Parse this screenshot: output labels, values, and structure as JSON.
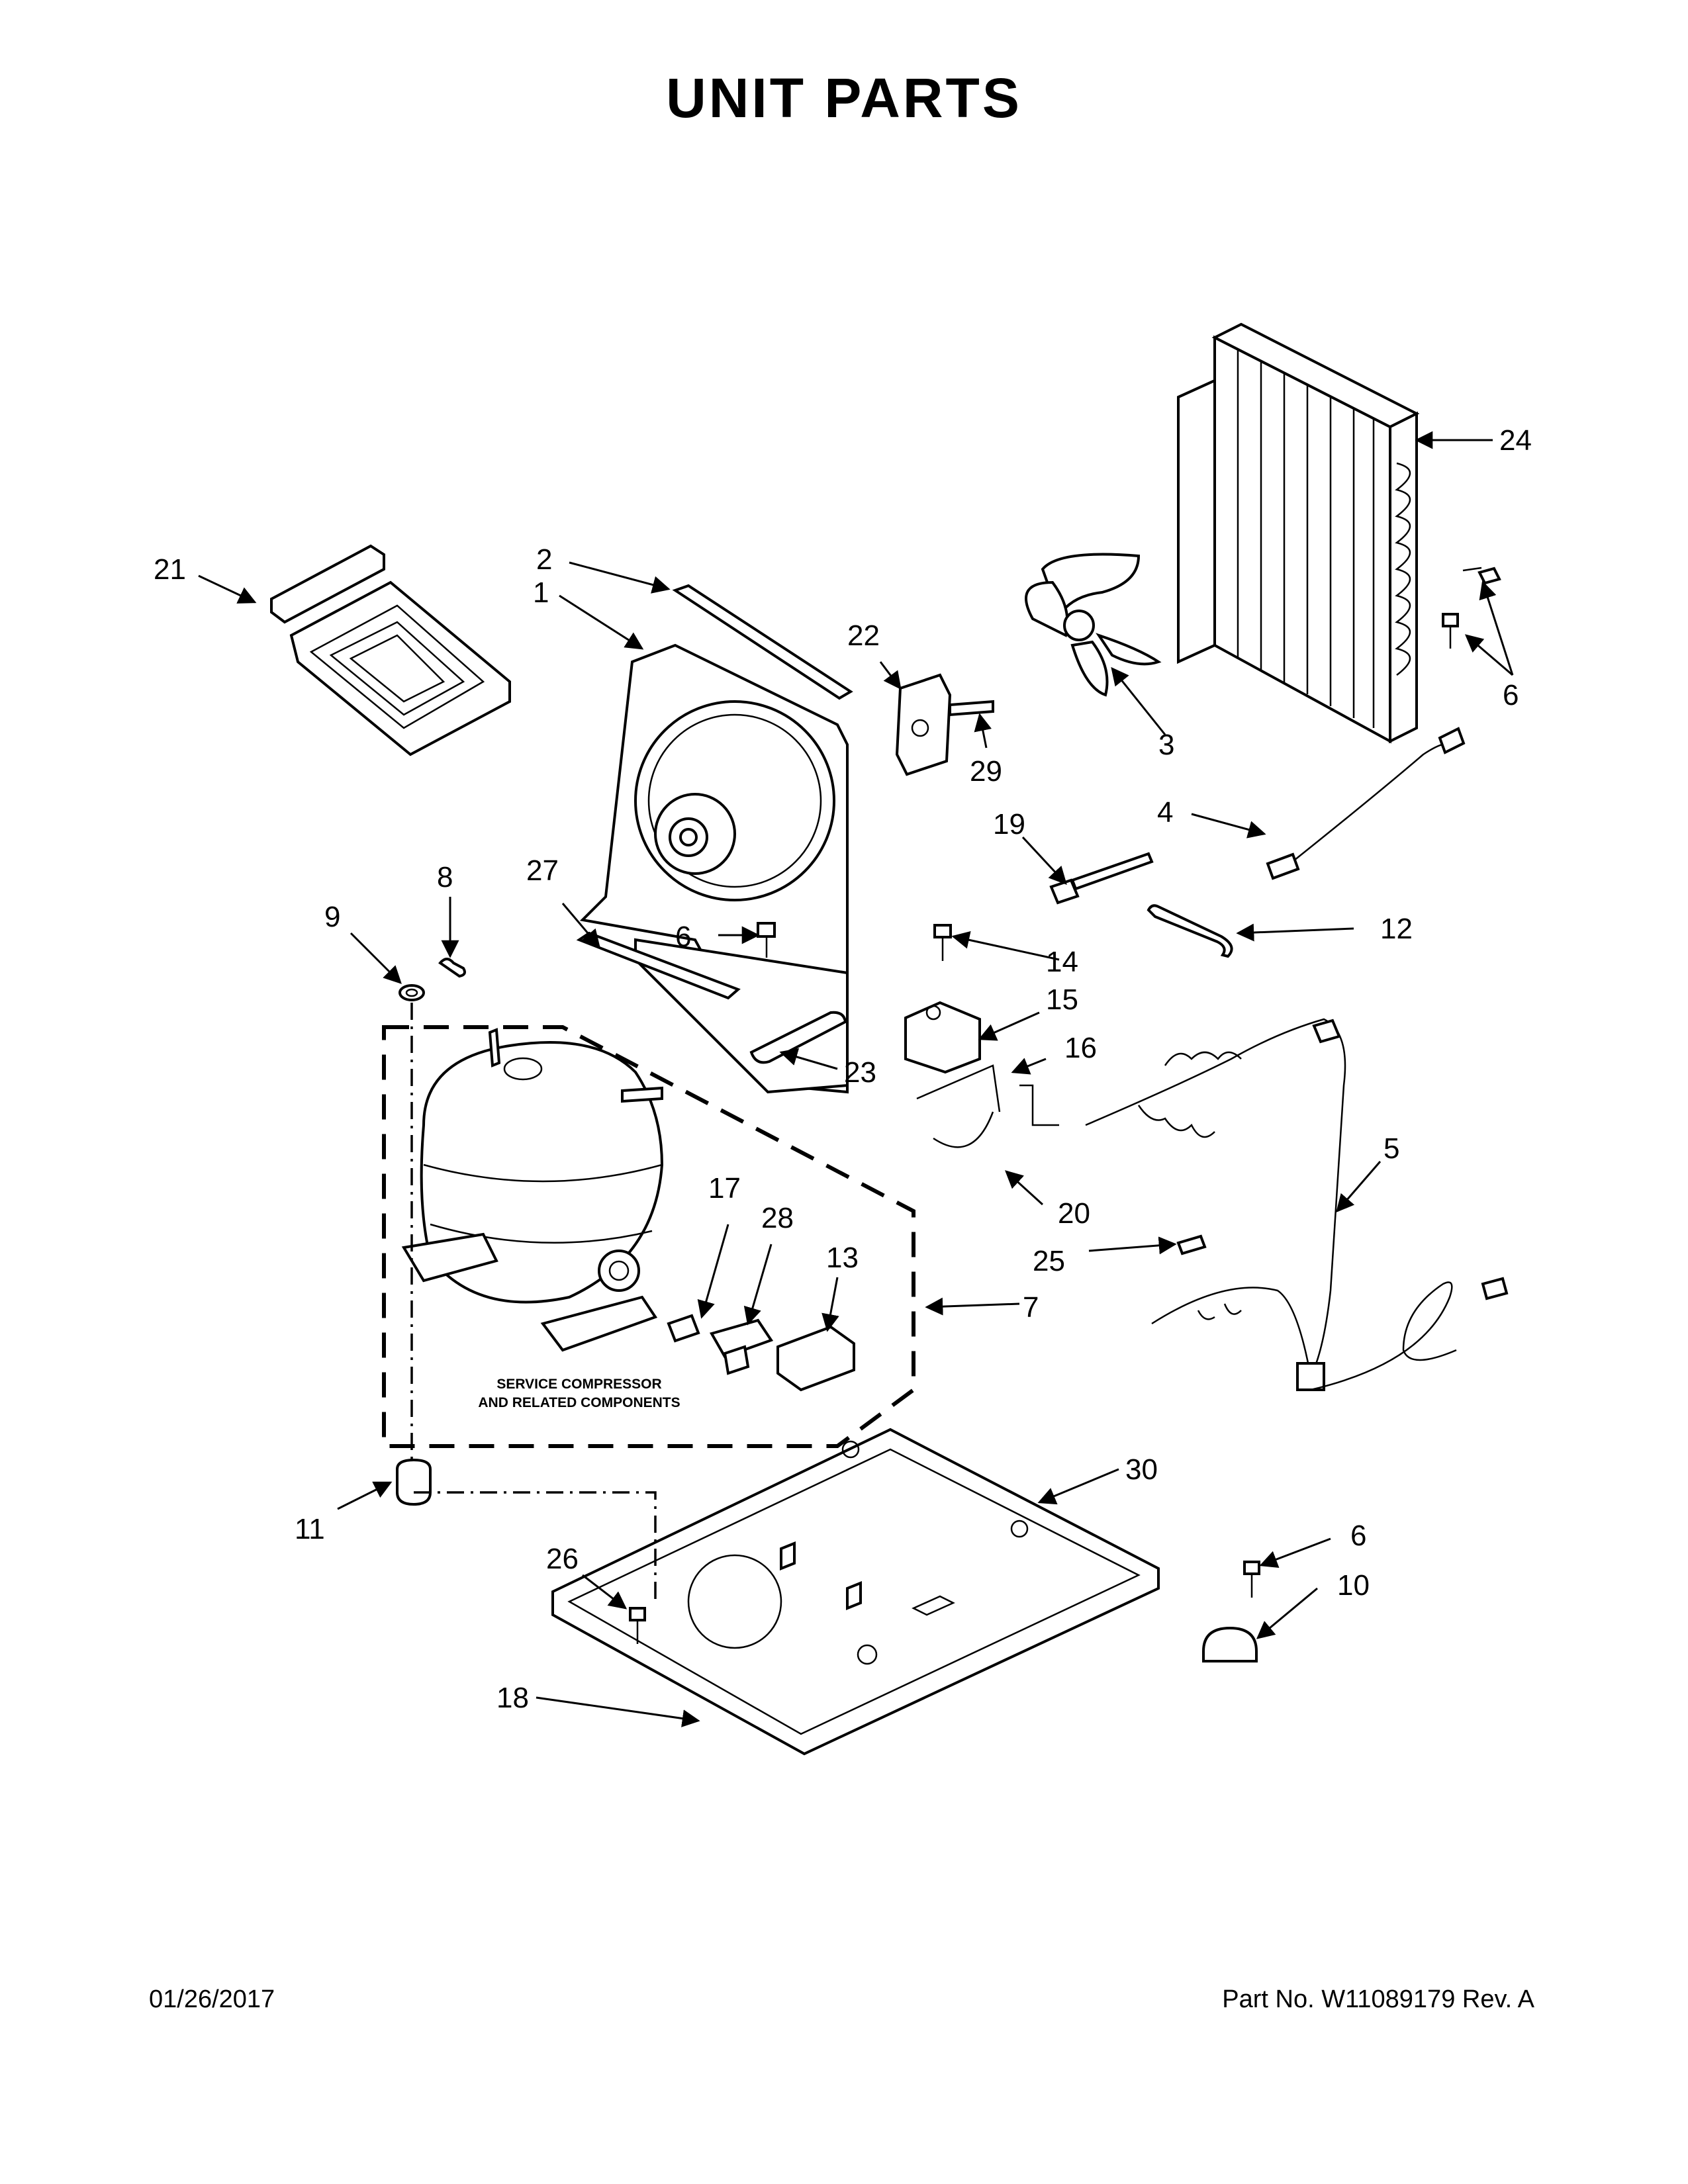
{
  "title": "UNIT PARTS",
  "footer": {
    "date": "01/26/2017",
    "part_number": "Part No.  W11089179  Rev.  A"
  },
  "service_note": {
    "line1": "SERVICE COMPRESSOR",
    "line2": "AND RELATED COMPONENTS"
  },
  "callouts": [
    "1",
    "2",
    "3",
    "4",
    "5",
    "6",
    "6",
    "6",
    "6",
    "7",
    "8",
    "9",
    "10",
    "11",
    "12",
    "13",
    "14",
    "15",
    "16",
    "17",
    "18",
    "19",
    "20",
    "21",
    "22",
    "23",
    "24",
    "25",
    "26",
    "27",
    "28",
    "29",
    "30"
  ]
}
